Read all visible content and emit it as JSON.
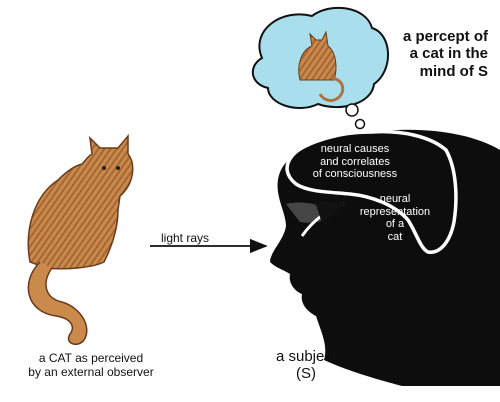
{
  "labels": {
    "percept": "a percept of\na cat in the\nmind of S",
    "neural_causes": "neural causes\nand correlates\nof consciousness",
    "neural_representation": "neural\nrepresentation\nof a\ncat",
    "light_rays": "light rays",
    "cat_caption": "a CAT as perceived\nby an external observer",
    "subject": "a subject\n(S)"
  },
  "colors": {
    "bubble": "#a9dfec",
    "cat_fur": "#c98a4c",
    "cat_stripes": "#8a4a22",
    "silhouette": "#0d0d0d",
    "arrow": "#111111"
  }
}
